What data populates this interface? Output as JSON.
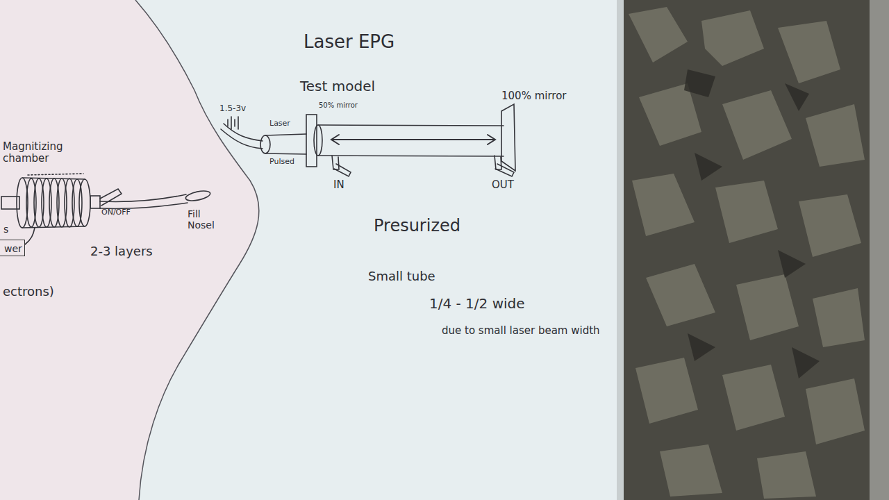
{
  "diagram": {
    "title": "Laser EPG",
    "nodes": [
      {
        "text": [
          "wer"
        ]
      }
    ],
    "labels": [
      "Magnitizing chamber",
      "ON/OFF",
      "Fill Nosel",
      "2-3 layers",
      "ectrons)",
      "s",
      "1.5-3v",
      "Laser",
      "Pulsed",
      "Test model",
      "50% mirror",
      "100% mirror",
      "IN",
      "OUT",
      "Presurized",
      "Small tube",
      "1/4 - 1/2 wide",
      "due to small laser beam width"
    ]
  }
}
